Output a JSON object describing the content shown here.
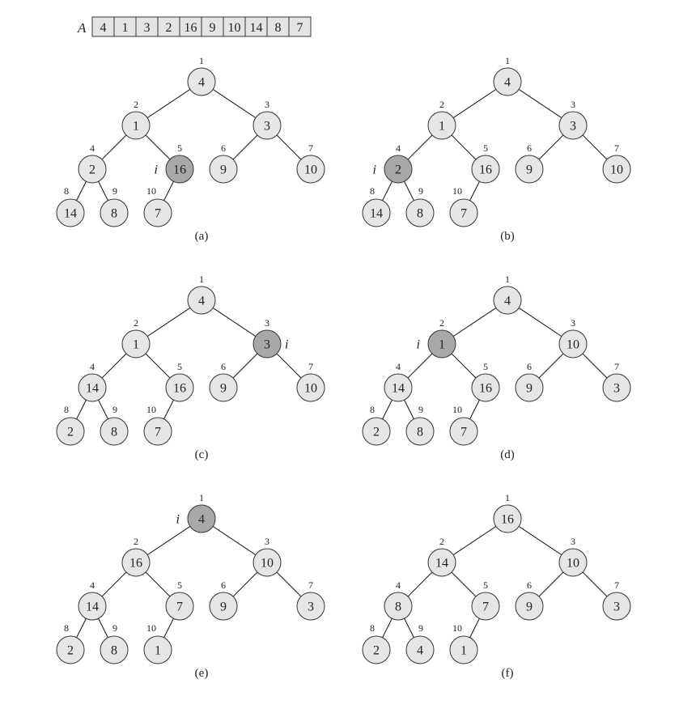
{
  "array": {
    "name": "A",
    "values": [
      "4",
      "1",
      "3",
      "2",
      "16",
      "9",
      "10",
      "14",
      "8",
      "7"
    ]
  },
  "pointer_label": "i",
  "colors": {
    "node_fill": "#e6e6e6",
    "highlight_fill": "#a8a8a8",
    "stroke": "#333333"
  },
  "trees": [
    {
      "caption": "(a)",
      "values": [
        "4",
        "1",
        "3",
        "2",
        "16",
        "9",
        "10",
        "14",
        "8",
        "7"
      ],
      "highlight": 5
    },
    {
      "caption": "(b)",
      "values": [
        "4",
        "1",
        "3",
        "2",
        "16",
        "9",
        "10",
        "14",
        "8",
        "7"
      ],
      "highlight": 4
    },
    {
      "caption": "(c)",
      "values": [
        "4",
        "1",
        "3",
        "14",
        "16",
        "9",
        "10",
        "2",
        "8",
        "7"
      ],
      "highlight": 3
    },
    {
      "caption": "(d)",
      "values": [
        "4",
        "1",
        "10",
        "14",
        "16",
        "9",
        "3",
        "2",
        "8",
        "7"
      ],
      "highlight": 2
    },
    {
      "caption": "(e)",
      "values": [
        "4",
        "16",
        "10",
        "14",
        "7",
        "9",
        "3",
        "2",
        "8",
        "1"
      ],
      "highlight": 1
    },
    {
      "caption": "(f)",
      "values": [
        "16",
        "14",
        "10",
        "8",
        "7",
        "9",
        "3",
        "2",
        "4",
        "1"
      ],
      "highlight": null
    }
  ]
}
